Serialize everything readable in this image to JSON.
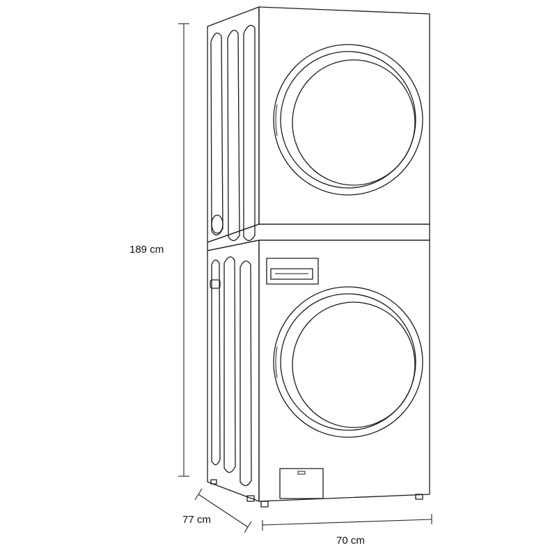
{
  "dimensions": {
    "height": {
      "label": "189 cm"
    },
    "depth": {
      "label": "77 cm"
    },
    "width": {
      "label": "70 cm"
    }
  },
  "colors": {
    "line": "#1a1a1a",
    "background": "#ffffff"
  }
}
